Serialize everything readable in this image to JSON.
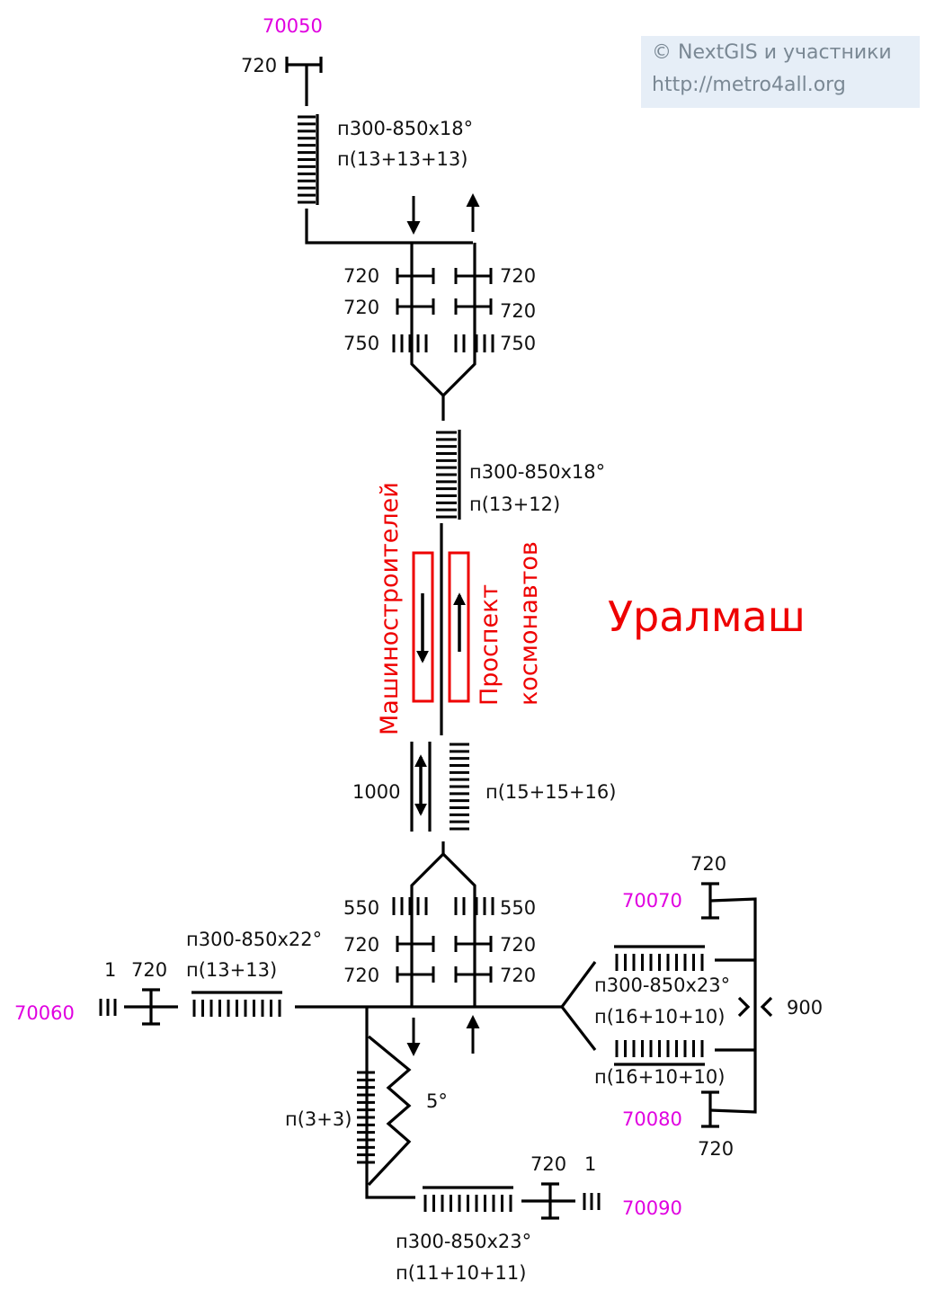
{
  "credits": {
    "copyright": "© NextGIS и участники",
    "url": "http://metro4all.org"
  },
  "station": {
    "name": "Уралмаш"
  },
  "platforms": {
    "left_direction": "Машиностроителей",
    "right_direction_line1": "Проспект",
    "right_direction_line2": "космонавтов"
  },
  "exits": {
    "top": "70050",
    "west": "70060",
    "east_upper": "70070",
    "east_lower": "70080",
    "south": "70090"
  },
  "labels": {
    "top_door": "720",
    "top_stairs_size": "п300-850x18°",
    "top_stairs_steps": "п(13+13+13)",
    "upper_door_l1": "720",
    "upper_door_l2": "720",
    "upper_stairs_l": "750",
    "upper_door_r1": "720",
    "upper_door_r2": "720",
    "upper_stairs_r": "750",
    "mid_stairs_size": "п300-850x18°",
    "mid_stairs_steps": "п(13+12)",
    "escalator_width": "1000",
    "escalator_steps": "п(15+15+16)",
    "lower_stairs_l": "550",
    "lower_door_l1": "720",
    "lower_door_l2": "720",
    "lower_stairs_r": "550",
    "lower_door_r1": "720",
    "lower_door_r2": "720",
    "west_step": "1",
    "west_door": "720",
    "west_stairs_size": "п300-850x22°",
    "west_stairs_steps": "п(13+13)",
    "east_door_top": "720",
    "east_stairs_size": "п300-850x23°",
    "east_stairs_steps_1": "п(16+10+10)",
    "east_stairs_steps_2": "п(16+10+10)",
    "east_narrow": "900",
    "east_door_bottom": "720",
    "ramp_steps": "п(3+3)",
    "ramp_angle": "5°",
    "south_door": "720",
    "south_step": "1",
    "south_stairs_size": "п300-850x23°",
    "south_stairs_steps": "п(11+10+11)"
  }
}
